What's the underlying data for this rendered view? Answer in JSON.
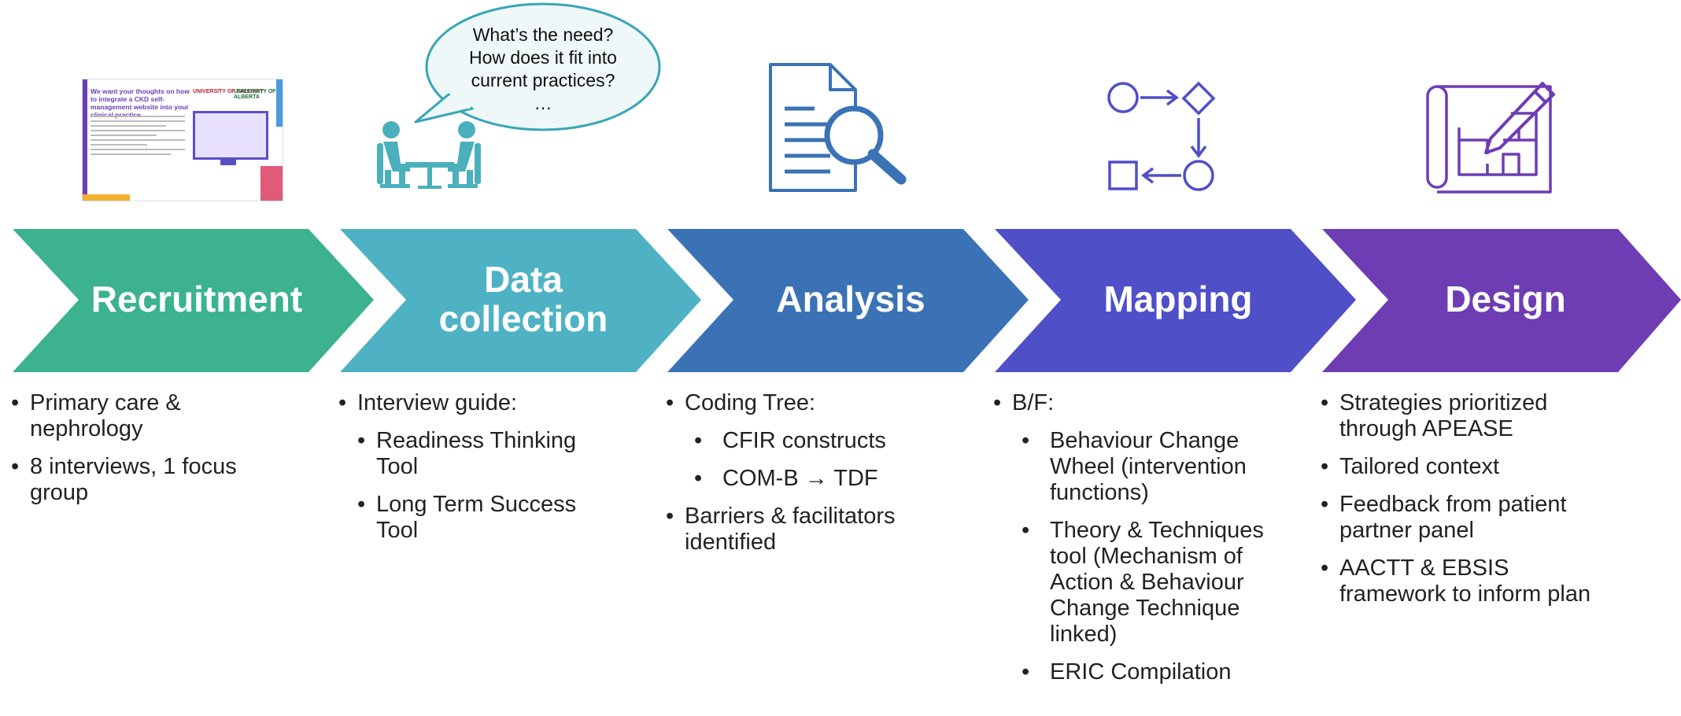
{
  "stages": [
    {
      "label": "Recruitment",
      "color": "#3cb28f"
    },
    {
      "label": "Data collection",
      "color": "#4fb2c4"
    },
    {
      "label": "Analysis",
      "color": "#3a72b5"
    },
    {
      "label": "Mapping",
      "color": "#4f4fc8"
    },
    {
      "label": "Design",
      "color": "#6e3db4"
    }
  ],
  "speech_bubble": {
    "line1": "What’s the need?",
    "line2": "How does it fit into",
    "line3": "current practices?",
    "line4": "…"
  },
  "poster": {
    "title": "We want your thoughts on how to integrate a CKD self-management website into your clinical practice",
    "logo_calgary": "UNIVERSITY OF CALGARY",
    "logo_alberta": "UNIVERSITY OF ALBERTA"
  },
  "columns": {
    "recruitment": {
      "items": [
        "Primary care & nephrology",
        "8 interviews, 1 focus group"
      ]
    },
    "data_collection": {
      "item1": "Interview guide:",
      "sub1": "Readiness Thinking Tool",
      "sub2": "Long Term Success Tool"
    },
    "analysis": {
      "item1": "Coding Tree:",
      "sub1": "CFIR constructs",
      "sub2": "COM-B → TDF",
      "item2": "Barriers & facilitators identified"
    },
    "mapping": {
      "item1": "B/F:",
      "sub1": "Behaviour Change Wheel (intervention functions)",
      "sub2": "Theory & Techniques tool (Mechanism of Action & Behaviour Change Technique linked)",
      "sub3": "ERIC Compilation"
    },
    "design": {
      "items": [
        "Strategies prioritized through APEASE",
        "Tailored context",
        "Feedback from patient partner panel",
        "AACTT & EBSIS framework to inform plan"
      ]
    }
  },
  "icons": [
    "meeting-icon",
    "document-search-icon",
    "process-flow-icon",
    "blueprint-icon"
  ]
}
